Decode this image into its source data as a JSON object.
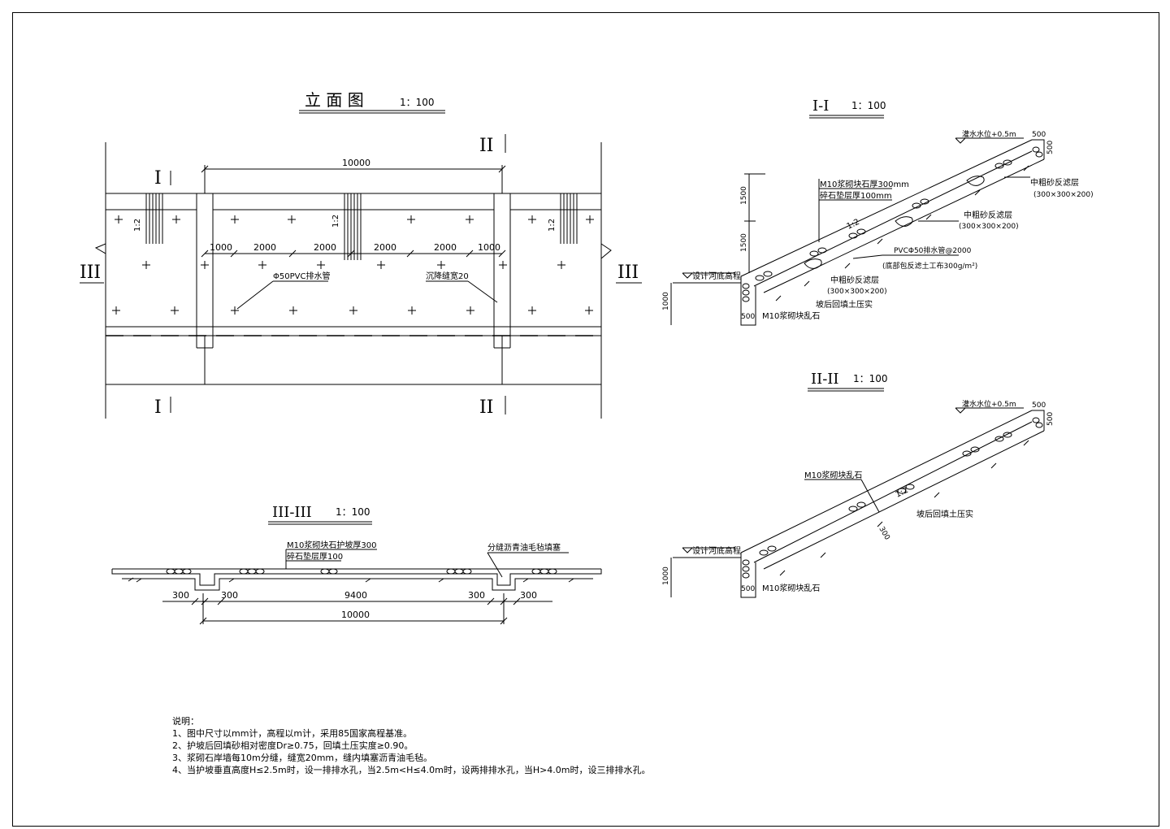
{
  "elevation": {
    "title": "立 面 图",
    "scale": "1：100",
    "dim_total": "10000",
    "dims": [
      "1000",
      "2000",
      "2000",
      "2000",
      "2000",
      "1000"
    ],
    "slope": "1:2",
    "pipe_label": "Φ50PVC排水管",
    "joint_label": "沉降缝宽20",
    "sec1": "I",
    "sec2": "II",
    "sec3": "III"
  },
  "section33": {
    "title": "III-III",
    "scale": "1：100",
    "label1": "M10浆砌块石护坡厚300",
    "label2": "碎石垫层厚100",
    "label3": "分缝沥青油毛毡填塞",
    "dims": [
      "300",
      "300",
      "9400",
      "300",
      "300"
    ],
    "dim_total": "10000"
  },
  "section11": {
    "title": "I-I",
    "scale": "1：100",
    "water_level": "灌水水位+0.5m",
    "dim_top": "500",
    "dim_side": "500",
    "label_rock": "M10浆砌块石厚300mm",
    "label_gravel": "碎石垫层厚100mm",
    "filter_top": "中粗砂反滤层",
    "filter_top_dim": "(300×300×200)",
    "filter_mid": "中粗砂反滤层",
    "filter_mid_dim": "(300×300×200)",
    "filter_low": "中粗砂反滤层",
    "filter_low_dim": "(300×300×200)",
    "pipe_label": "PVCΦ50排水管@2000",
    "pipe_note": "(底部包反滤土工布300g/m²)",
    "backfill": "坡后回填土压实",
    "bottom_elev": "设计河底高程",
    "toe_label": "M10浆砌块乱石",
    "slope": "1:2",
    "dim_1500a": "1500",
    "dim_1500b": "1500",
    "dim_1000": "1000",
    "dim_500": "500"
  },
  "section22": {
    "title": "II-II",
    "scale": "1：100",
    "water_level": "灌水水位+0.5m",
    "dim_top": "500",
    "dim_side": "500",
    "label_rock": "M10浆砌块乱石",
    "slope": "1:2",
    "dim_thk": "300",
    "backfill": "坡后回填土压实",
    "bottom_elev": "设计河底高程",
    "toe_label": "M10浆砌块乱石",
    "dim_1000": "1000",
    "dim_500": "500"
  },
  "notes": {
    "heading": "说明：",
    "items": [
      "1、图中尺寸以mm计，高程以m计，采用85国家高程基准。",
      "2、护坡后回填砂相对密度Dr≥0.75，回填土压实度≥0.90。",
      "3、浆砌石岸墙每10m分缝，缝宽20mm，缝内填塞沥青油毛毡。",
      "4、当护坡垂直高度H≤2.5m时，设一排排水孔，当2.5m<H≤4.0m时，设两排排水孔，当H>4.0m时，设三排排水孔。"
    ]
  }
}
